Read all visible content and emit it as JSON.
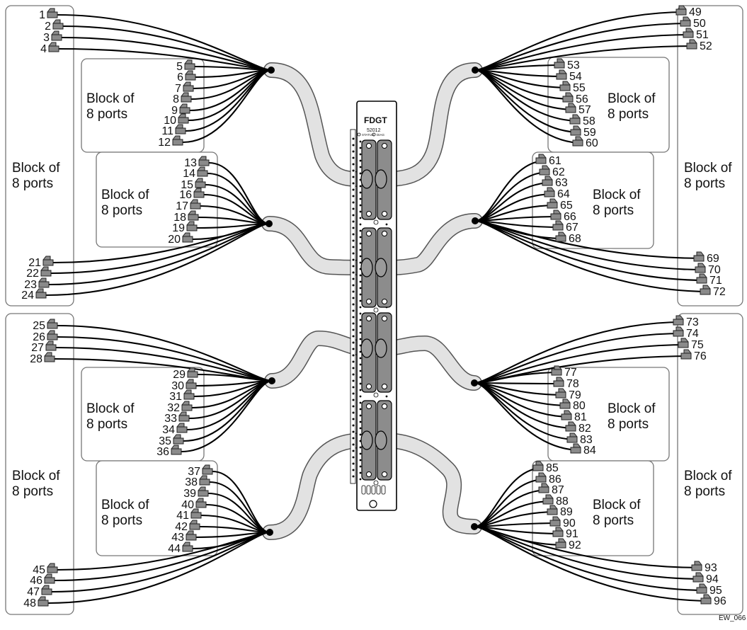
{
  "panel": {
    "brand": "FDGT",
    "model": "52012",
    "led_status_label": "STATUS",
    "led_diag_label": "DIAG"
  },
  "block_label_line1": "Block of",
  "block_label_line2": "8 ports",
  "figure_id": "EW_066",
  "ports": [
    "1",
    "2",
    "3",
    "4",
    "5",
    "6",
    "7",
    "8",
    "9",
    "10",
    "11",
    "12",
    "13",
    "14",
    "15",
    "16",
    "17",
    "18",
    "19",
    "20",
    "21",
    "22",
    "23",
    "24",
    "25",
    "26",
    "27",
    "28",
    "29",
    "30",
    "31",
    "32",
    "33",
    "34",
    "35",
    "36",
    "37",
    "38",
    "39",
    "40",
    "41",
    "42",
    "43",
    "44",
    "45",
    "46",
    "47",
    "48",
    "49",
    "50",
    "51",
    "52",
    "53",
    "54",
    "55",
    "56",
    "57",
    "58",
    "59",
    "60",
    "61",
    "62",
    "63",
    "64",
    "65",
    "66",
    "67",
    "68",
    "69",
    "70",
    "71",
    "72",
    "73",
    "74",
    "75",
    "76",
    "77",
    "78",
    "79",
    "80",
    "81",
    "82",
    "83",
    "84",
    "85",
    "86",
    "87",
    "88",
    "89",
    "90",
    "91",
    "92",
    "93",
    "94",
    "95",
    "96"
  ],
  "blocks": [
    {
      "ports": [
        "1",
        "2",
        "3",
        "4",
        "21",
        "22",
        "23",
        "24"
      ]
    },
    {
      "ports": [
        "5",
        "6",
        "7",
        "8",
        "9",
        "10",
        "11",
        "12"
      ]
    },
    {
      "ports": [
        "13",
        "14",
        "15",
        "16",
        "17",
        "18",
        "19",
        "20"
      ]
    },
    {
      "ports": [
        "25",
        "26",
        "27",
        "28",
        "45",
        "46",
        "47",
        "48"
      ]
    },
    {
      "ports": [
        "29",
        "30",
        "31",
        "32",
        "33",
        "34",
        "35",
        "36"
      ]
    },
    {
      "ports": [
        "37",
        "38",
        "39",
        "40",
        "41",
        "42",
        "43",
        "44"
      ]
    },
    {
      "ports": [
        "49",
        "50",
        "51",
        "52",
        "69",
        "70",
        "71",
        "72"
      ]
    },
    {
      "ports": [
        "53",
        "54",
        "55",
        "56",
        "57",
        "58",
        "59",
        "60"
      ]
    },
    {
      "ports": [
        "61",
        "62",
        "63",
        "64",
        "65",
        "66",
        "67",
        "68"
      ]
    },
    {
      "ports": [
        "73",
        "74",
        "75",
        "76",
        "93",
        "94",
        "95",
        "96"
      ]
    },
    {
      "ports": [
        "77",
        "78",
        "79",
        "80",
        "81",
        "82",
        "83",
        "84"
      ]
    },
    {
      "ports": [
        "85",
        "86",
        "87",
        "88",
        "89",
        "90",
        "91",
        "92"
      ]
    }
  ],
  "colors": {
    "cable_sheath": "#e2e2e2",
    "cable_outline": "#555555",
    "jack_fill": "#8a8a8a",
    "panel_fill": "#ffffff",
    "connector_fill": "#8c8c8c",
    "box_stroke": "#777777"
  }
}
